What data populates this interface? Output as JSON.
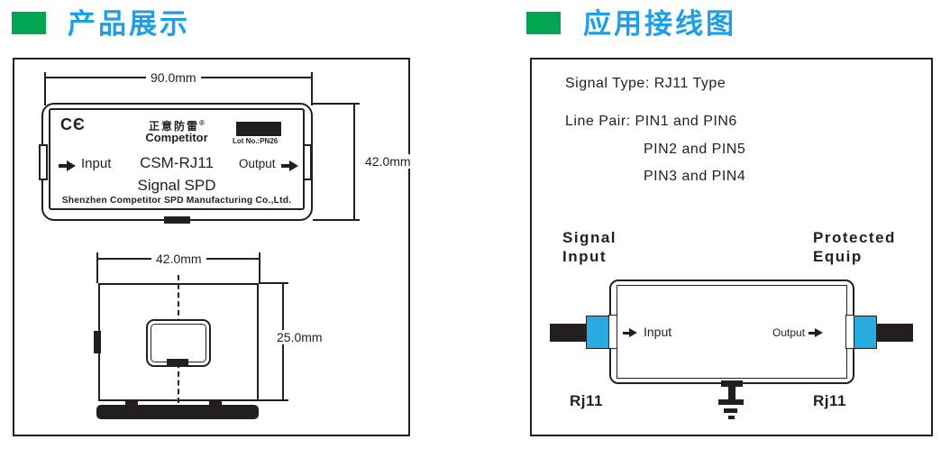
{
  "colors": {
    "title_blue": "#1E9EE8",
    "bullet_green": "#00A651",
    "connector_cyan": "#29ABE2",
    "line_dark": "#231F20"
  },
  "left_section": {
    "title": "产品展示",
    "front_view": {
      "width_dim": "90.0mm",
      "height_dim": "42.0mm",
      "ce_mark": "CЄ",
      "brand_cn": "正意防雷",
      "registered_mark": "®",
      "brand_en": "Competitor",
      "lot_no": "Lot No.:PN26",
      "input_label": "Input",
      "model": "CSM-RJ11",
      "output_label": "Output",
      "product_type": "Signal SPD",
      "company": "Shenzhen Competitor SPD Manufacturing Co.,Ltd."
    },
    "side_view": {
      "width_dim": "42.0mm",
      "height_dim": "25.0mm"
    }
  },
  "right_section": {
    "title": "应用接线图",
    "signal_type": "Signal Type: RJ11 Type",
    "line_pair_1": "Line Pair: PIN1 and PIN6",
    "line_pair_2": "PIN2 and PIN5",
    "line_pair_3": "PIN3 and PIN4",
    "wiring": {
      "source_line1": "Signal",
      "source_line2": "Input",
      "load_line1": "Protected",
      "load_line2": "Equip",
      "input_label": "Input",
      "output_label": "Output",
      "left_plug": "Rj11",
      "right_plug": "Rj11"
    }
  }
}
